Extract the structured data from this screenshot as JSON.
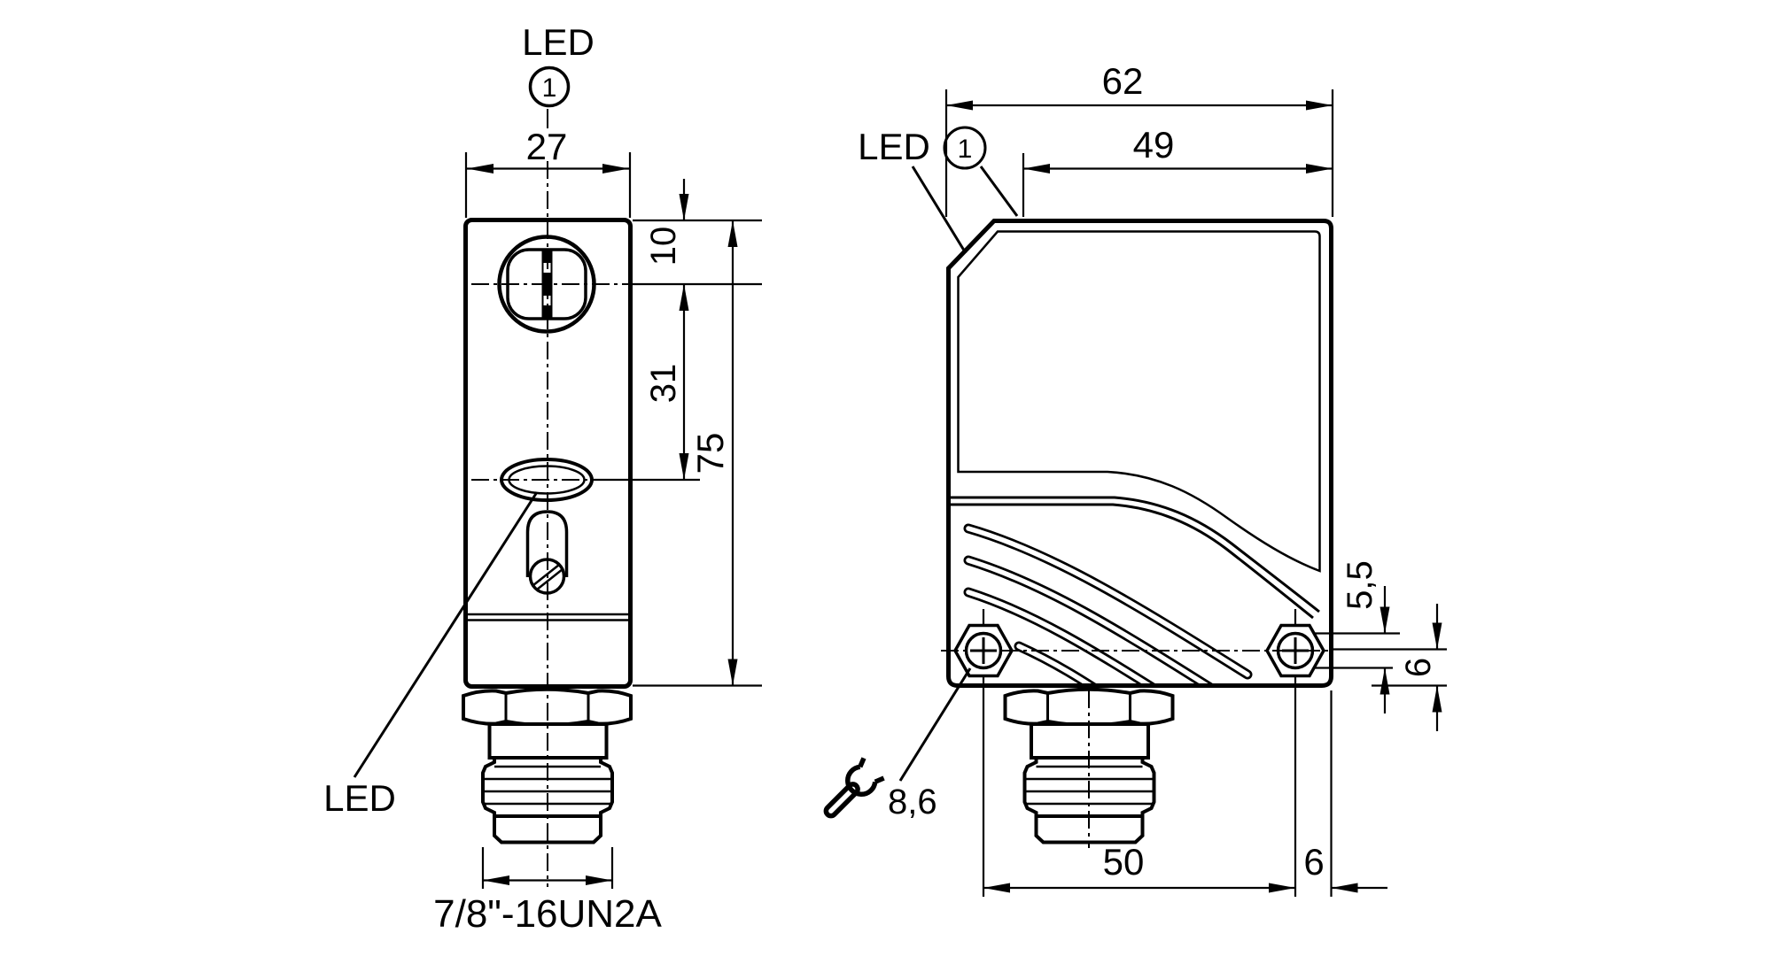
{
  "drawing": {
    "type": "technical-dimension-drawing",
    "units": "mm",
    "colors": {
      "line": "#000000",
      "background": "#ffffff"
    },
    "front_view": {
      "led_top_label": "LED",
      "led_top_index": "1",
      "dim_width": "27",
      "dim_lens_offset": "10",
      "dim_led_offset": "31",
      "dim_height": "75",
      "led_bottom_label": "LED",
      "thread_label": "7/8\"-16UN2A"
    },
    "side_view": {
      "dim_depth": "62",
      "dim_top_offset": "49",
      "led_label": "LED",
      "led_index": "1",
      "dim_hole_dia": "5,5",
      "dim_hole_edge": "6",
      "dim_hole_spacing": "50",
      "dim_edge_offset": "6",
      "wrench_size": "8,6"
    }
  }
}
